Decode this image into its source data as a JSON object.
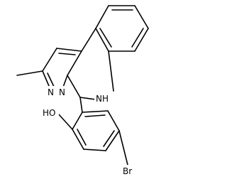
{
  "structure": {
    "labels": {
      "nh": "NH",
      "n1": "N",
      "n2": "N",
      "oh": "HO",
      "br": "Br"
    },
    "colors": {
      "bond": "#000000",
      "background": "#ffffff"
    }
  }
}
